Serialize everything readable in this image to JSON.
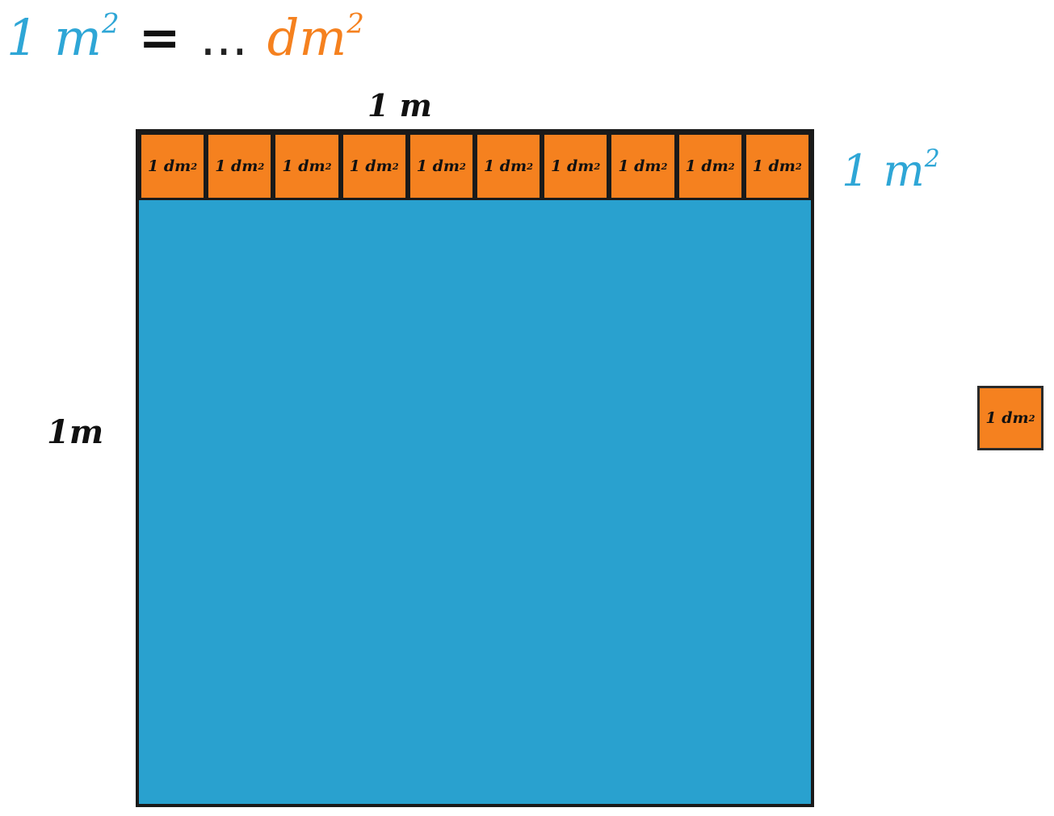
{
  "equation": {
    "lhs": "1 m",
    "lhs_exponent": "2",
    "equals": "=",
    "dots": "...",
    "rhs": "dm",
    "rhs_exponent": "2"
  },
  "labels": {
    "top_side": "1 m",
    "left_side": "1m",
    "square_area": "1 m",
    "square_area_exponent": "2"
  },
  "tiles": {
    "count": 10,
    "label": "1 dm",
    "label_exponent": "2"
  },
  "loose_tile": {
    "label": "1 dm",
    "label_exponent": "2"
  },
  "colors": {
    "blue_square": "#29a1cf",
    "blue_text": "#2ea6d6",
    "orange": "#f5811f",
    "outline": "#1a1a1a"
  }
}
